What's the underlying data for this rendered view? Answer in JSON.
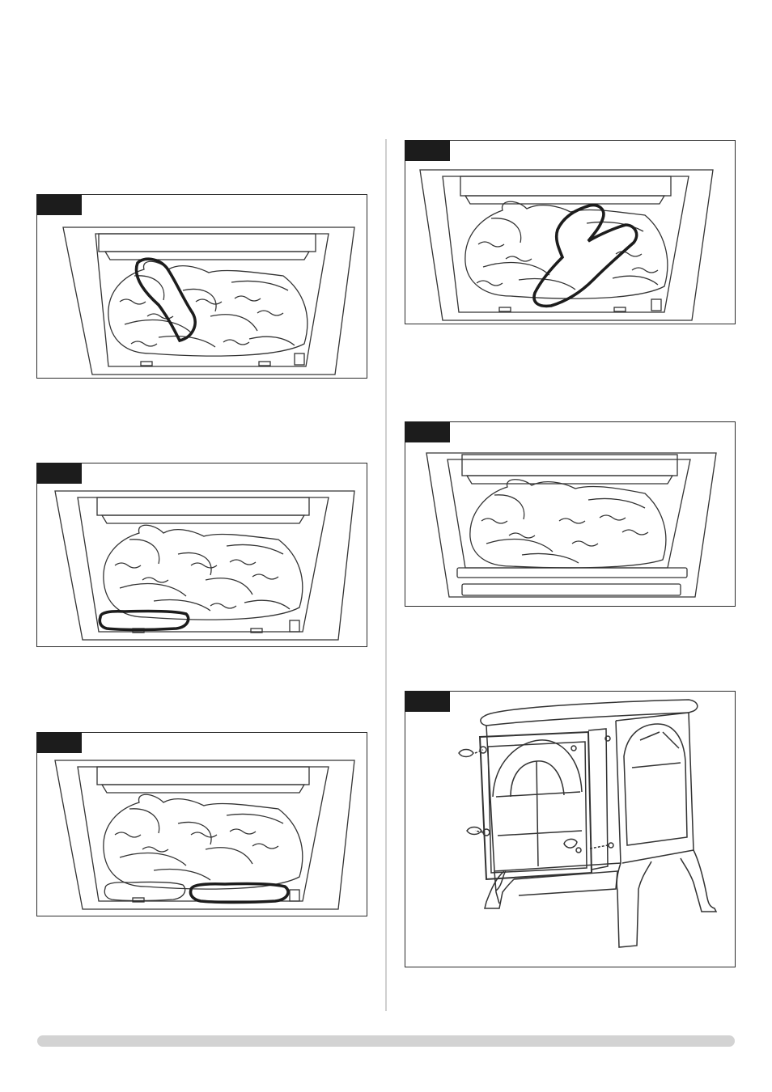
{
  "figures": [
    {
      "id": "fig-1",
      "tag": "",
      "content": "fire-bed-large-rear-log-highlighted"
    },
    {
      "id": "fig-2",
      "tag": "",
      "content": "fire-bed-front-left-log-highlighted"
    },
    {
      "id": "fig-3",
      "tag": "",
      "content": "fire-bed-front-right-log-highlighted"
    },
    {
      "id": "fig-4",
      "tag": "",
      "content": "fire-bed-diagonal-log-highlighted"
    },
    {
      "id": "fig-5",
      "tag": "",
      "content": "fire-bed-with-front-trim"
    },
    {
      "id": "fig-6",
      "tag": "",
      "content": "stove-door-with-hinge-pins"
    }
  ],
  "colors": {
    "ink": "#2b2b2b",
    "tag": "#1c1c1c",
    "divider": "#cfcfcf",
    "footer_bar": "#d3d3d3"
  }
}
